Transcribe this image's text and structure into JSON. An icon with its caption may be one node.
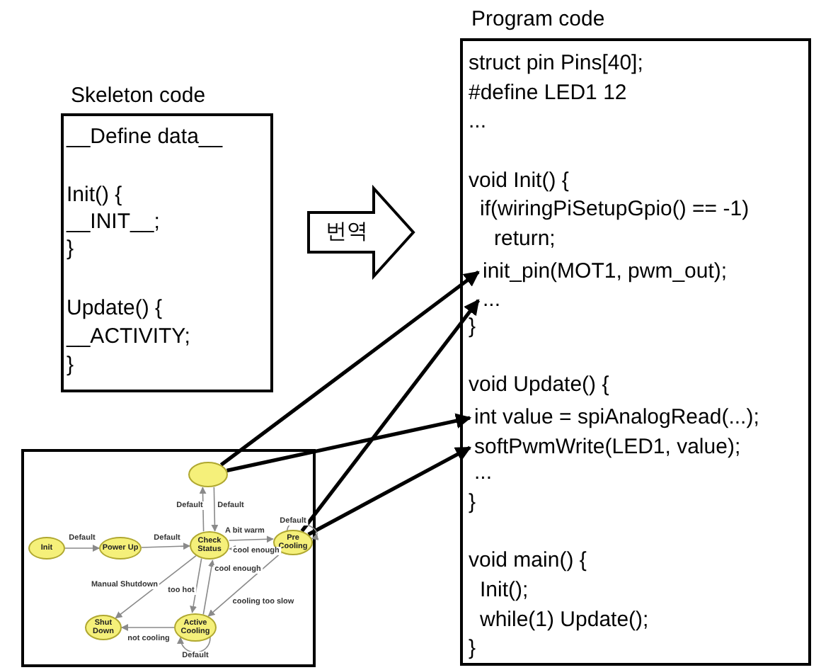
{
  "diagram": {
    "nodes": [
      {
        "text": [
          "Skeleton code",
          "__Define data__",
          "Init() {",
          "__INIT__;",
          "}",
          "Update() {",
          "__ACTIVITY;",
          "}"
        ]
      },
      {
        "text": [
          "Program code",
          "struct pin Pins[40];",
          "#define LED1 12",
          "...",
          "void Init() {",
          "if(wiringPiSetupGpio() == -1)",
          "return;",
          "}",
          "void Update() {",
          "...",
          "}",
          "void main() {",
          "Init();",
          "while(1) Update();",
          "}"
        ]
      },
      {
        "text": [
          "init_pin(MOT1, pwm_out);"
        ],
        "in": 1
      },
      {
        "text": [
          "..."
        ],
        "in": 1
      },
      {
        "text": [
          "int value = spiAnalogRead(...);"
        ],
        "in": 1
      },
      {
        "text": [
          "softPwmWrite(LED1, value);"
        ],
        "in": 1
      },
      {
        "text": [],
        "shape": "circle"
      },
      {
        "text": [
          "Init"
        ]
      },
      {
        "text": [
          "Power Up"
        ]
      },
      {
        "text": [
          "Check Status"
        ]
      },
      {
        "text": [
          "Pre Cooling"
        ]
      },
      {
        "text": [
          "Shut Down"
        ]
      },
      {
        "text": [
          "Active Cooling"
        ]
      }
    ],
    "edges": [
      {
        "from": 0,
        "to": 1,
        "arrow": "to",
        "label": "번역"
      },
      {
        "from": 6,
        "to": 2,
        "arrow": "to",
        "style": "thick",
        "color": "#000000"
      },
      {
        "from": 6,
        "to": 4,
        "arrow": "to",
        "style": "thick",
        "color": "#000000"
      },
      {
        "from": 10,
        "to": 3,
        "arrow": "to",
        "style": "thick",
        "color": "#000000"
      },
      {
        "from": 10,
        "to": 5,
        "arrow": "to",
        "style": "thick",
        "color": "#000000"
      },
      {
        "from": 7,
        "to": 8,
        "arrow": "to",
        "label": "Default"
      },
      {
        "from": 8,
        "to": 9,
        "arrow": "to",
        "label": "Default"
      },
      {
        "from": 9,
        "to": 6,
        "arrow": "to",
        "label": "Default"
      },
      {
        "from": 6,
        "to": 9,
        "arrow": "to",
        "label": "Default"
      },
      {
        "from": 9,
        "to": 10,
        "arrow": "to",
        "label": "A bit warm"
      },
      {
        "from": 10,
        "to": 9,
        "arrow": "to",
        "label": "cool enough"
      },
      {
        "from": 10,
        "to": 10,
        "arrow": "to",
        "label": "Default"
      },
      {
        "from": 9,
        "to": 11,
        "arrow": "to",
        "label": "Manual Shutdown"
      },
      {
        "from": 9,
        "to": 12,
        "arrow": "to",
        "label": "too hot"
      },
      {
        "from": 12,
        "to": 9,
        "arrow": "to",
        "label": "cool enough"
      },
      {
        "from": 10,
        "to": 12,
        "arrow": "to",
        "label": "cooling too slow"
      },
      {
        "from": 12,
        "to": 11,
        "arrow": "to",
        "label": "not cooling"
      },
      {
        "from": 12,
        "to": 12,
        "arrow": "to",
        "label": "Default"
      }
    ]
  }
}
